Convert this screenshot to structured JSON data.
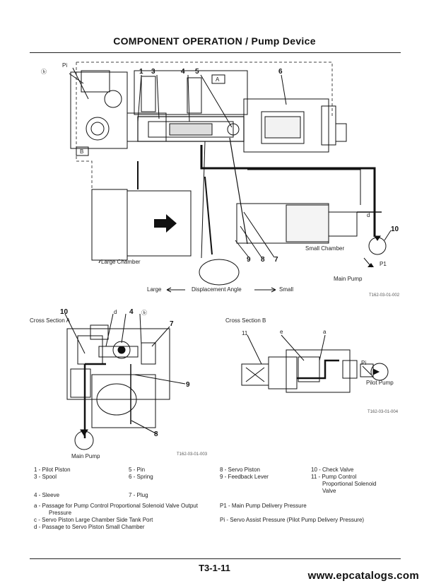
{
  "header": {
    "title": "COMPONENT OPERATION / Pump Device"
  },
  "top_diagram": {
    "labels": {
      "b_circle": "ⓑ",
      "pi": "Pi",
      "n1": "1",
      "n3": "3",
      "n4": "4",
      "n5": "5",
      "n6": "6",
      "a": "A",
      "b": "B",
      "d": "d",
      "n10": "10",
      "p1": "P1",
      "n9": "9",
      "n8": "8",
      "n7": "7",
      "small_chamber": "Small Chamber",
      "large_chamber": "Large Chamber",
      "main_pump": "Main Pump",
      "large": "Large",
      "displacement_angle": "Displacement Angle",
      "small": "Small",
      "code": "T162-03-01-002"
    }
  },
  "cross_a": {
    "title": "Cross Section A",
    "labels": {
      "n10": "10",
      "d": "d",
      "n4": "4",
      "b": "ⓑ",
      "n7": "7",
      "n9": "9",
      "n8": "8",
      "main_pump": "Main Pump",
      "code": "T162-03-01-003"
    }
  },
  "cross_b": {
    "title": "Cross Section B",
    "labels": {
      "n11": "11",
      "e": "e",
      "a": "a",
      "pi": "Pi",
      "pilot_pump": "Pilot Pump",
      "code": "T162-03-01-004"
    }
  },
  "legend": {
    "col1": [
      "1 -  Pilot Piston",
      "3 -  Spool",
      "4 -  Sleeve"
    ],
    "col2": [
      "5 -  Pin",
      "6 -  Spring",
      "7 -  Plug"
    ],
    "col3": [
      "8 -  Servo Piston",
      "9 -  Feedback Lever"
    ],
    "col4": [
      "10 - Check Valve",
      "11 - Pump Control",
      "Proportional Solenoid",
      "Valve"
    ],
    "a": "a -  Passage for Pump Control Proportional Solenoid Valve Output",
    "a2": "Pressure",
    "c": "c -  Servo Piston Large Chamber Side Tank Port",
    "d": "d -  Passage to Servo Piston Small Chamber",
    "p1": "P1 - Main Pump Delivery Pressure",
    "pi": "Pi -  Servo Assist Pressure (Pilot Pump Delivery Pressure)"
  },
  "footer": {
    "page": "T3-1-11",
    "watermark": "www.epcatalogs.com"
  }
}
